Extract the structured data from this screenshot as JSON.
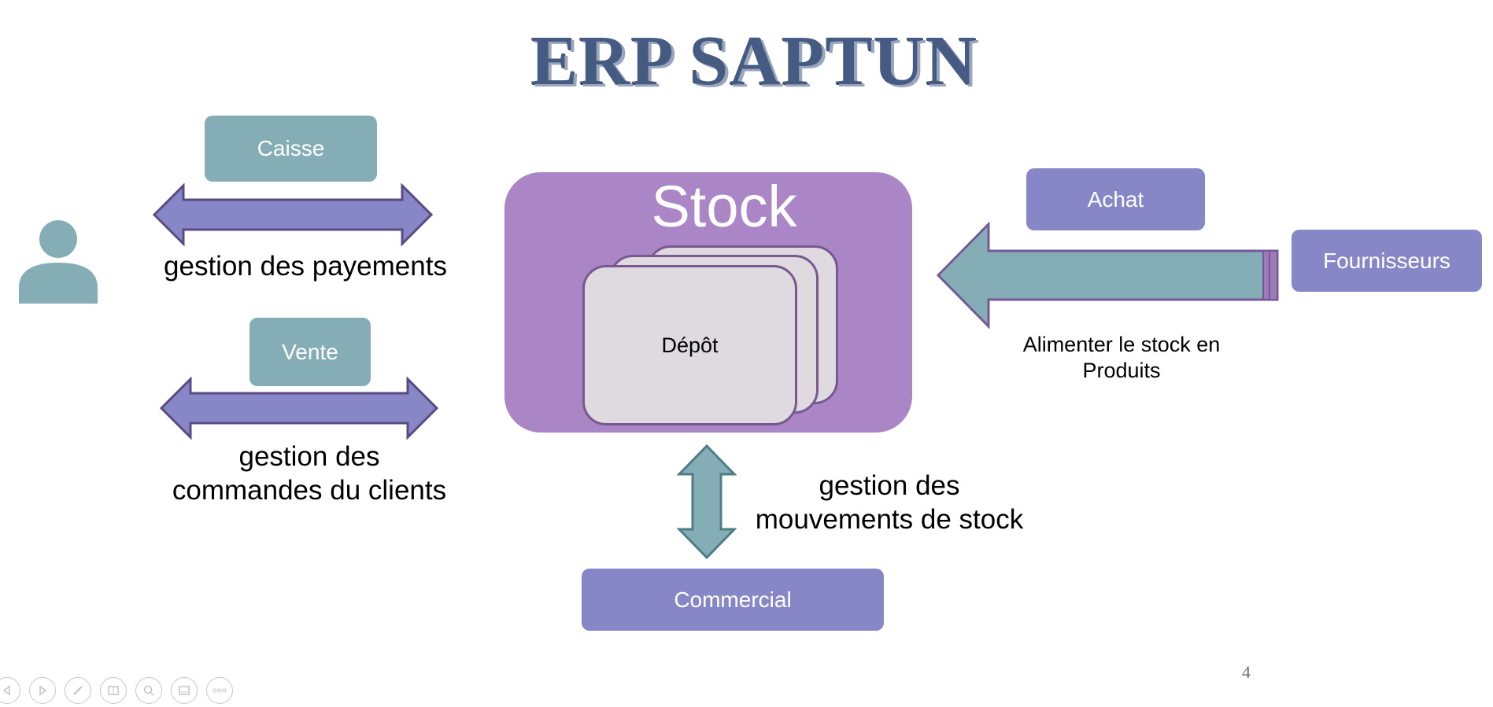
{
  "slide": {
    "title": "ERP SAPTUN",
    "page_number": "4"
  },
  "stock": {
    "title": "Stock",
    "depot_label": "Dépôt"
  },
  "modules": {
    "caisse": "Caisse",
    "vente": "Vente",
    "achat": "Achat",
    "fournisseurs": "Fournisseurs",
    "commercial": "Commercial"
  },
  "labels": {
    "payements": "gestion des payements",
    "commandes_line1": "gestion des",
    "commandes_line2": "commandes du clients",
    "alimenter_line1": "Alimenter le stock en",
    "alimenter_line2": "Produits",
    "mouvements_line1": "gestion des",
    "mouvements_line2": "mouvements de stock"
  },
  "icons": {
    "user": "user-icon"
  },
  "colors": {
    "teal": "#85adb5",
    "violet": "#8787c8",
    "stock_purple": "#ab86c6",
    "title_blue": "#465b82"
  },
  "toolbar": {
    "items": [
      "previous-icon",
      "next-icon",
      "pen-icon",
      "slides-icon",
      "zoom-icon",
      "subtitles-icon",
      "more-icon"
    ]
  }
}
